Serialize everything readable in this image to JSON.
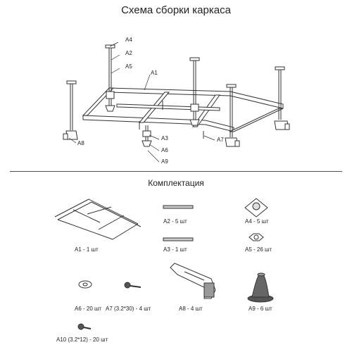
{
  "title": "Схема сборки каркаса",
  "subtitle": "Комплектация",
  "diagram": {
    "callouts": [
      {
        "id": "A4",
        "text": "A4"
      },
      {
        "id": "A2",
        "text": "A2"
      },
      {
        "id": "A5",
        "text": "A5"
      },
      {
        "id": "A1",
        "text": "A1"
      },
      {
        "id": "A8",
        "text": "A8"
      },
      {
        "id": "A3",
        "text": "A3"
      },
      {
        "id": "A6",
        "text": "A6"
      },
      {
        "id": "A9",
        "text": "A9"
      },
      {
        "id": "A7",
        "text": "A7"
      }
    ]
  },
  "parts": [
    {
      "id": "A1",
      "caption": "A1 - 1 шт"
    },
    {
      "id": "A2",
      "caption": "A2 - 5 шт"
    },
    {
      "id": "A4",
      "caption": "A4 - 5 шт"
    },
    {
      "id": "A3",
      "caption": "A3 - 1 шт"
    },
    {
      "id": "A5",
      "caption": "A5 - 26 шт"
    },
    {
      "id": "A6",
      "caption": "A6 - 20 шт"
    },
    {
      "id": "A7",
      "caption": "A7 (3.2*30) - 4 шт"
    },
    {
      "id": "A8",
      "caption": "A8 - 4 шт"
    },
    {
      "id": "A9",
      "caption": "A9 - 6 шт"
    },
    {
      "id": "A10",
      "caption": "A10 (3.2*12) - 20 шт"
    }
  ],
  "colors": {
    "line": "#333333",
    "fill": "#ffffff",
    "shade": "#888888"
  }
}
